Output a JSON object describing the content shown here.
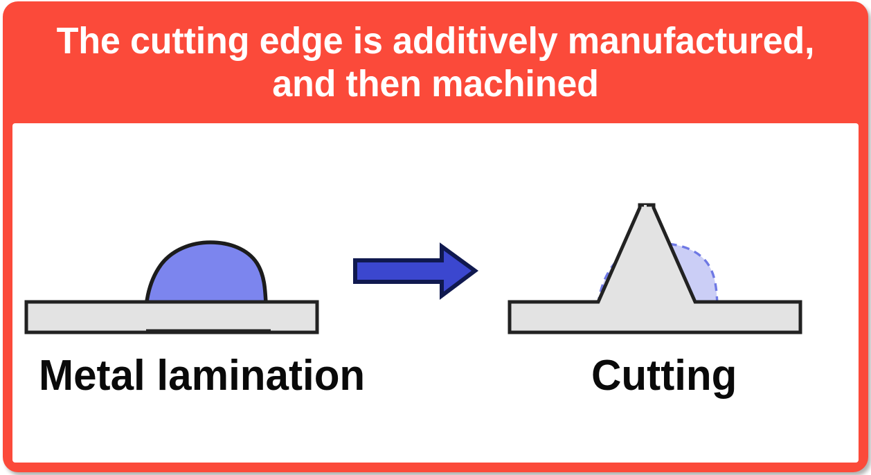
{
  "slide": {
    "title": "The cutting edge is additively manufactured,\nand then machined",
    "background_color": "#fb4a3a",
    "panel_color": "#ffffff"
  },
  "diagram": {
    "flow_arrow": {
      "icon": "right-arrow-icon",
      "fill_color": "#3b47cf",
      "stroke_color": "#10194f"
    },
    "stages": [
      {
        "id": "metal-lamination",
        "caption": "Metal lamination",
        "base_plate": {
          "label": "base-plate",
          "fill_color": "#e3e3e3",
          "stroke_color": "#222222"
        },
        "deposit": {
          "label": "deposited-metal-blob",
          "fill_color": "#7c85ee",
          "stroke_color": "#1c1c1c",
          "outline_style": "solid"
        }
      },
      {
        "id": "cutting",
        "caption": "Cutting",
        "base_plate": {
          "label": "base-plate",
          "fill_color": "#e3e3e3",
          "stroke_color": "#222222"
        },
        "machined_fin": {
          "label": "machined-cutting-edge",
          "fill_color": "#e3e3e3",
          "stroke_color": "#1c1c1c",
          "outline_style": "solid"
        },
        "removed_material_ghost": {
          "label": "removed-material-outline",
          "fill_color": "#c8cbf6",
          "stroke_color": "#6f79e4",
          "outline_style": "dashed"
        }
      }
    ]
  }
}
